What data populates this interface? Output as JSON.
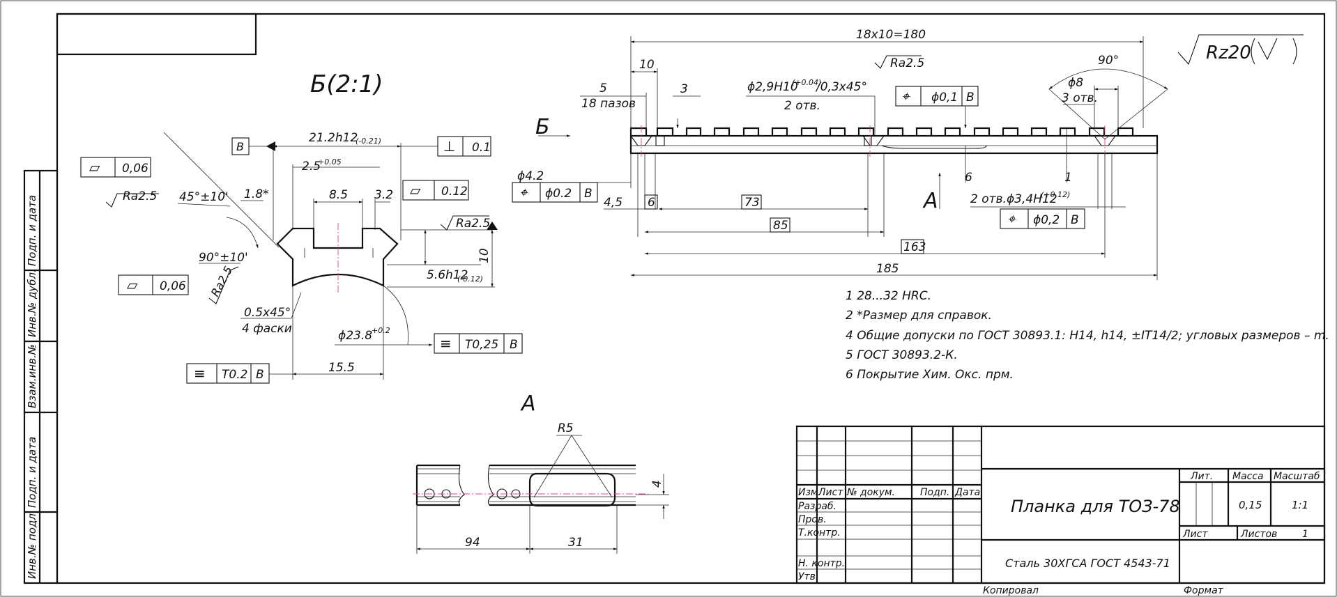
{
  "stamp_box": "",
  "views": {
    "section_b": "Б(2:1)",
    "arrow_b": "Б",
    "arrow_a": "A",
    "view_a": "A"
  },
  "roughness": {
    "general": "Rz20",
    "ra25": "Ra2.5"
  },
  "section_b": {
    "width_dim": "21.2h12",
    "width_tol": "(-0.21)",
    "slot_dim": "2.5",
    "slot_tol": "+0.05",
    "dim_8_5": "8.5",
    "dim_3_2": "3.2",
    "dim_1_8": "1.8*",
    "angle_45": "45°±10'",
    "angle_90": "90°±10'",
    "height_dim": "5.6h12",
    "height_tol": "(-0.12)",
    "dim_10": "10",
    "chamfer": "0.5x45°",
    "chamfer_note": "4 фаски",
    "radius_dim": "ϕ23.8",
    "radius_tol": "+0.2",
    "dim_15_5": "15.5",
    "datum_b": "B"
  },
  "tolerance_frames": {
    "flat_006_top": {
      "symbol": "▱",
      "value": "0,06"
    },
    "perp": {
      "symbol": "⊥",
      "value": "0.1"
    },
    "flat_012": {
      "symbol": "▱",
      "value": "0.12"
    },
    "flat_006_mid": {
      "symbol": "▱",
      "value": "0,06"
    },
    "sym_025": {
      "symbol": "≡",
      "value": "T0,25",
      "datum": "B"
    },
    "sym_02": {
      "symbol": "≡",
      "value": "T0.2",
      "datum": "B"
    },
    "pos_hole_left": {
      "symbol": "⌖",
      "value": "ϕ0.2",
      "datum": "B"
    },
    "pos_slot": {
      "symbol": "⌖",
      "value": "ϕ0,1",
      "datum": "B"
    },
    "pos_holes_right": {
      "symbol": "⌖",
      "value": "ϕ0,2",
      "datum": "B"
    }
  },
  "main_view": {
    "overall_pitch": "18x10=180",
    "dim_10": "10",
    "dim_5": "5",
    "slots_note": "18 пазов",
    "dim_3": "3",
    "slot_hole": "ϕ2,9H10",
    "slot_hole_tol": "(+0.04)",
    "slot_hole_chamfer": "/0,3x45°",
    "two_holes": "2 отв.",
    "hole_d8": "ϕ8",
    "three_holes": "3 отв.",
    "angle_90": "90°",
    "hole_d42": "ϕ4.2",
    "dim_4_5": "4,5",
    "box_6": "6",
    "box_73": "73",
    "box_85": "85",
    "box_163": "163",
    "dim_185": "185",
    "leader_6": "6",
    "leader_1": "1",
    "two_holes_h12": "2 отв.ϕ3,4H12",
    "two_holes_h12_tol": "(+0.12)"
  },
  "notes": [
    "1 28...32 HRC.",
    "2 *Размер для справок.",
    "4 Общие допуски по ГОСТ 30893.1: H14, h14, ±IT14/2; угловых размеров – m.",
    "5 ГОСТ 30893.2-К.",
    "6 Покрытие Хим. Окс. прм."
  ],
  "view_a": {
    "radius": "R5",
    "dim_94": "94",
    "dim_31": "31",
    "dim_4": "4"
  },
  "side_stamp": [
    "Подп. и дата",
    "Инв.№ дубл.",
    "Взам.инв.№",
    "Подп. и дата",
    "Инв.№ подл."
  ],
  "title_block": {
    "title": "Планка для ТОЗ-78",
    "material": "Сталь 30ХГСА ГОСТ 4543-71",
    "col_izm": "Изм.",
    "col_list": "Лист",
    "col_doc": "№ докум.",
    "col_podp": "Подп.",
    "col_data": "Дата",
    "razrab": "Разраб.",
    "prov": "Пров.",
    "tkontr": "Т.контр.",
    "nkontr": "Н. контр.",
    "utv": "Утв.",
    "lit": "Лит.",
    "massa": "Масса",
    "masshtab": "Масштаб",
    "mass_value": "0,15",
    "scale_value": "1:1",
    "sheet_label": "Лист",
    "sheets_label": "Листов",
    "sheets_value": "1",
    "kopiroval": "Копировал",
    "format": "Формат"
  }
}
